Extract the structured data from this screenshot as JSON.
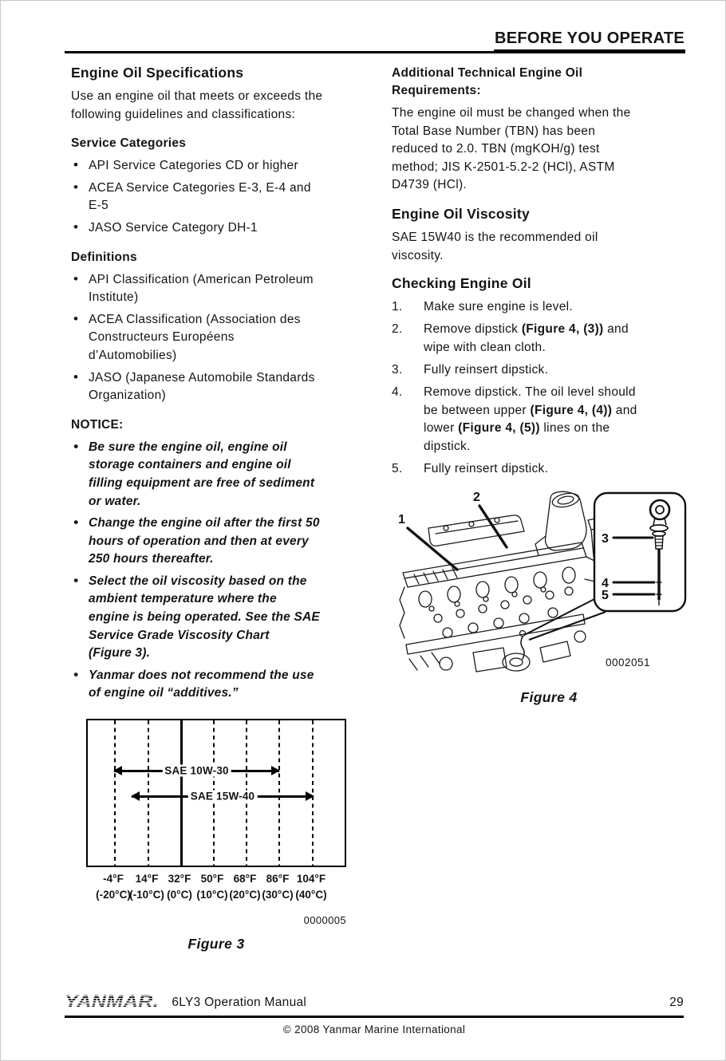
{
  "header": {
    "title": "BEFORE YOU OPERATE"
  },
  "left": {
    "heading": "Engine Oil Specifications",
    "intro": "Use an engine oil that meets or exceeds the\nfollowing guidelines and classifications:",
    "service_categories": {
      "heading": "Service Categories",
      "items": [
        "API Service Categories CD or higher",
        "ACEA Service Categories E-3, E-4 and\nE-5",
        "JASO Service Category DH-1"
      ]
    },
    "definitions": {
      "heading": "Definitions",
      "items": [
        "API Classification (American Petroleum\nInstitute)",
        "ACEA Classification (Association des\nConstructeurs Européens\nd’Automobilies)",
        "JASO (Japanese Automobile Standards\nOrganization)"
      ]
    },
    "notice": {
      "heading": "NOTICE:",
      "items": [
        "Be sure the engine oil, engine oil\nstorage containers and engine oil\nfilling equipment are free of sediment\nor water.",
        "Change the engine oil after the first 50\nhours of operation and then at every\n250 hours thereafter.",
        "Select the oil viscosity based on the\nambient temperature where the\nengine is being operated. See the SAE\nService Grade Viscosity Chart\n(Figure 3).",
        "Yanmar does not recommend the use\nof engine oil “additives.”"
      ]
    }
  },
  "right": {
    "additional": {
      "heading": "Additional Technical Engine Oil\nRequirements:",
      "body": "The engine oil must be changed when the\nTotal Base Number (TBN) has been\nreduced to 2.0. TBN (mgKOH/g) test\nmethod; JIS K-2501-5.2-2 (HCl), ASTM\nD4739 (HCl)."
    },
    "viscosity": {
      "heading": "Engine Oil Viscosity",
      "body": "SAE 15W40 is the recommended oil\nviscosity."
    },
    "checking": {
      "heading": "Checking Engine Oil",
      "steps": [
        {
          "num": "1.",
          "parts": [
            {
              "text": "Make sure engine is level.",
              "bold": false
            }
          ]
        },
        {
          "num": "2.",
          "parts": [
            {
              "text": "Remove dipstick ",
              "bold": false
            },
            {
              "text": "(Figure 4, (3))",
              "bold": true
            },
            {
              "text": " and\nwipe with clean cloth.",
              "bold": false
            }
          ]
        },
        {
          "num": "3.",
          "parts": [
            {
              "text": "Fully reinsert dipstick.",
              "bold": false
            }
          ]
        },
        {
          "num": "4.",
          "parts": [
            {
              "text": "Remove dipstick. The oil level should\nbe between upper ",
              "bold": false
            },
            {
              "text": "(Figure 4, (4))",
              "bold": true
            },
            {
              "text": " and\nlower ",
              "bold": false
            },
            {
              "text": "(Figure 4, (5))",
              "bold": true
            },
            {
              "text": " lines on the\ndipstick.",
              "bold": false
            }
          ]
        },
        {
          "num": "5.",
          "parts": [
            {
              "text": "Fully reinsert dipstick.",
              "bold": false
            }
          ]
        }
      ]
    }
  },
  "figure4": {
    "callouts": [
      "1",
      "2",
      "3",
      "4",
      "5"
    ],
    "figure_id": "0002051",
    "caption": "Figure 4"
  },
  "chart_data": {
    "type": "bar",
    "subtype": "horizontal-temperature-range",
    "title": "SAE Service Grade Viscosity Chart (Figure 3)",
    "grid": "vertical-dashed",
    "legend": "labels-on-arrows",
    "x_axis": {
      "xlim_f": [
        -20,
        122
      ],
      "solid_gridline_at_f": 32,
      "ticks": [
        {
          "f": "-4°F",
          "c": "(-20°C)",
          "value_f": -4,
          "value_c": -20
        },
        {
          "f": "14°F",
          "c": "(-10°C)",
          "value_f": 14,
          "value_c": -10
        },
        {
          "f": "32°F",
          "c": "(0°C)",
          "value_f": 32,
          "value_c": 0
        },
        {
          "f": "50°F",
          "c": "(10°C)",
          "value_f": 50,
          "value_c": 10
        },
        {
          "f": "68°F",
          "c": "(20°C)",
          "value_f": 68,
          "value_c": 20
        },
        {
          "f": "86°F",
          "c": "(30°C)",
          "value_f": 86,
          "value_c": 30
        },
        {
          "f": "104°F",
          "c": "(40°C)",
          "value_f": 104,
          "value_c": 40
        }
      ]
    },
    "series": [
      {
        "name": "SAE 10W-30",
        "range_f": [
          -4,
          86
        ],
        "range_c": [
          -20,
          30
        ]
      },
      {
        "name": "SAE 15W-40",
        "range_f": [
          5,
          104
        ],
        "range_c": [
          -15,
          40
        ]
      }
    ],
    "figure_id": "0000005",
    "caption": "Figure 3"
  },
  "footer": {
    "logo_text": "YANMAR.",
    "manual_title": "6LY3 Operation Manual",
    "page_number": "29",
    "copyright": "© 2008 Yanmar Marine International"
  }
}
